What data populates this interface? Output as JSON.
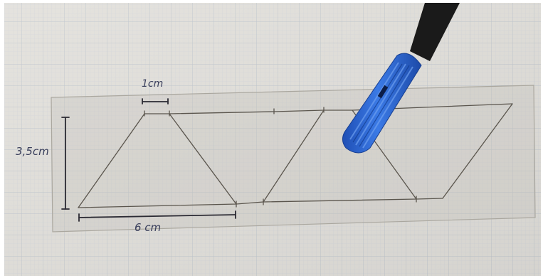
{
  "photo": {
    "paper_color": "#e3e1dc",
    "grid_color": "#c9cfd6",
    "strip_color": "#c7c4bc",
    "pencil_color": "#5a554d",
    "tool_blue": "#2f67d6",
    "tool_black": "#1a1a1a",
    "tool_silver": "#b9bcc2",
    "icons": [
      "pen-tool",
      "ruler-strip"
    ]
  },
  "labels": {
    "top_width": "1cm",
    "height": "3,5cm",
    "base_width": "6 cm"
  }
}
